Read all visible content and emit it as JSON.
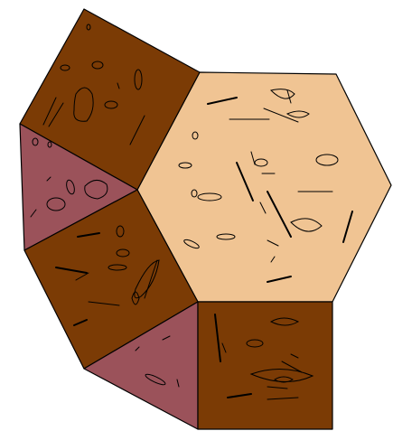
{
  "image": {
    "subject": "tessellation",
    "regions": [
      {
        "id": "hexagon",
        "shape": "hexagon",
        "color": "#f0c493"
      },
      {
        "id": "top-square",
        "shape": "square",
        "color": "#7b3b05"
      },
      {
        "id": "upper-triangle",
        "shape": "triangle",
        "color": "#9b525a"
      },
      {
        "id": "middle-square",
        "shape": "square",
        "color": "#7b3b05"
      },
      {
        "id": "lower-triangle",
        "shape": "triangle",
        "color": "#9b525a"
      },
      {
        "id": "bottom-square",
        "shape": "square",
        "color": "#7b3b05"
      }
    ],
    "stroke": "#000000",
    "background": "#ffffff"
  }
}
